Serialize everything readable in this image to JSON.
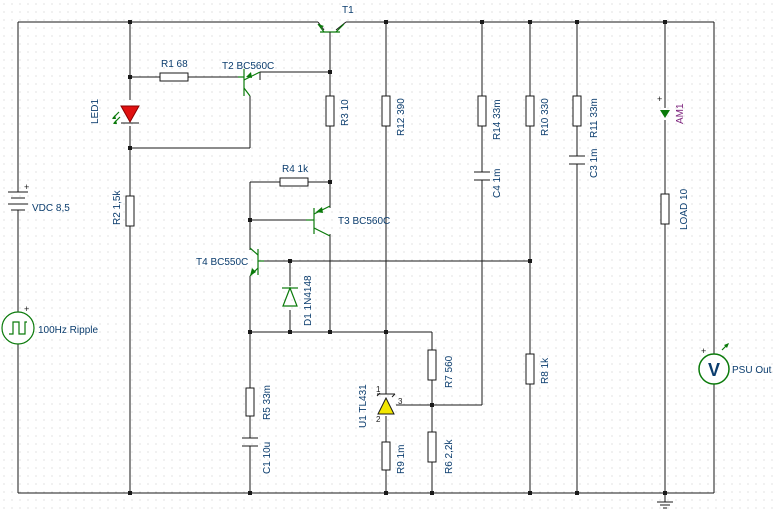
{
  "schematic": {
    "components": {
      "t1": "T1",
      "t2": "T2 BC560C",
      "t3": "T3 BC560C",
      "t4": "T4 BC550C",
      "led1": "LED1",
      "r1": "R1 68",
      "r2": "R2 1,5k",
      "r3": "R3 10",
      "r4": "R4 1k",
      "r5": "R5 33m",
      "r6": "R6 2,2k",
      "r7": "R7 560",
      "r8": "R8 1k",
      "r9": "R9 1m",
      "r10": "R10 330",
      "r11": "R11 33m",
      "r12": "R12 390",
      "r14": "R14 33m",
      "c1": "C1 10u",
      "c3": "C3 1m",
      "c4": "C4 1m",
      "d1": "D1 1N4148",
      "u1": "U1 TL431",
      "load": "LOAD 10",
      "am1": "AM1",
      "vdc": "VDC 8,5",
      "ripple": "100Hz Ripple",
      "psu_out": "PSU Out"
    },
    "pins": {
      "u1_pin1": "1",
      "u1_pin2": "2",
      "u1_pin3": "3",
      "plus": "+",
      "minus": "-"
    },
    "meter_symbol": "V",
    "colors": {
      "wire": "#1a1a1a",
      "symbol": "#0a7a0a",
      "label": "#0b3d6e",
      "ammeter_label": "#7a1f7a",
      "led": "#e01010",
      "opamp": "#f2e600"
    }
  }
}
